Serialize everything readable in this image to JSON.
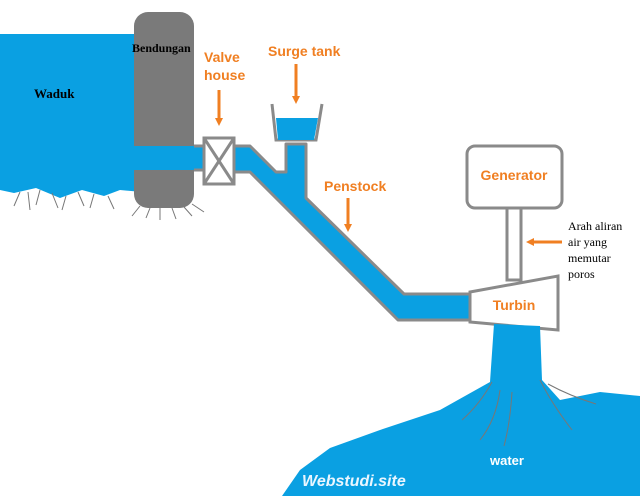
{
  "colors": {
    "water": "#0aa0e2",
    "dam": "#7a7a7a",
    "outline": "#8a8a8a",
    "accent": "#f07f22",
    "text": "#000000"
  },
  "labels": {
    "reservoir": "Waduk",
    "dam": "Bendungan",
    "valve_house_line1": "Valve",
    "valve_house_line2": "house",
    "surge_tank": "Surge tank",
    "penstock": "Penstock",
    "generator": "Generator",
    "turbine": "Turbin",
    "flow_note_line1": "Arah aliran",
    "flow_note_line2": "air yang",
    "flow_note_line3": "memutar",
    "flow_note_line4": "poros",
    "water": "water",
    "watermark": "Webstudi.site"
  }
}
